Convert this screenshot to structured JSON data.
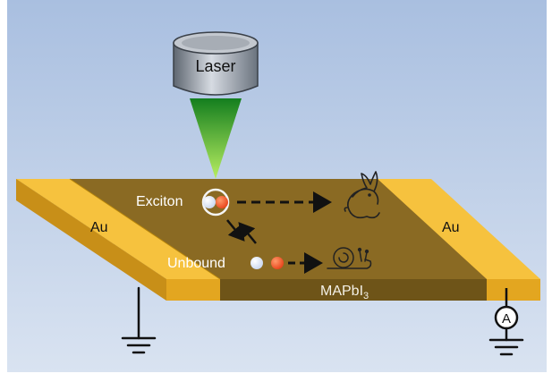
{
  "labels": {
    "laser": "Laser",
    "exciton": "Exciton",
    "unbound": "Unbound",
    "electrode_left": "Au",
    "electrode_right": "Au",
    "material_main": "MAPbI",
    "material_sub": "3",
    "ammeter": "A"
  },
  "colors": {
    "background_top": "#a9bfe0",
    "background_bottom": "#d9e3f1",
    "film_top": "#8a6a23",
    "film_front": "#6e5418",
    "gold_top": "#f6c23e",
    "gold_front": "#e3a620",
    "beam": "#2fbf2f",
    "electron": "#e8431a",
    "hole": "#c9d6ee"
  },
  "icons": {
    "fast_carrier": "rabbit-icon",
    "slow_carrier": "snail-icon",
    "ground_left": "ground-icon",
    "ground_right": "ground-icon",
    "meter": "ammeter-icon"
  }
}
